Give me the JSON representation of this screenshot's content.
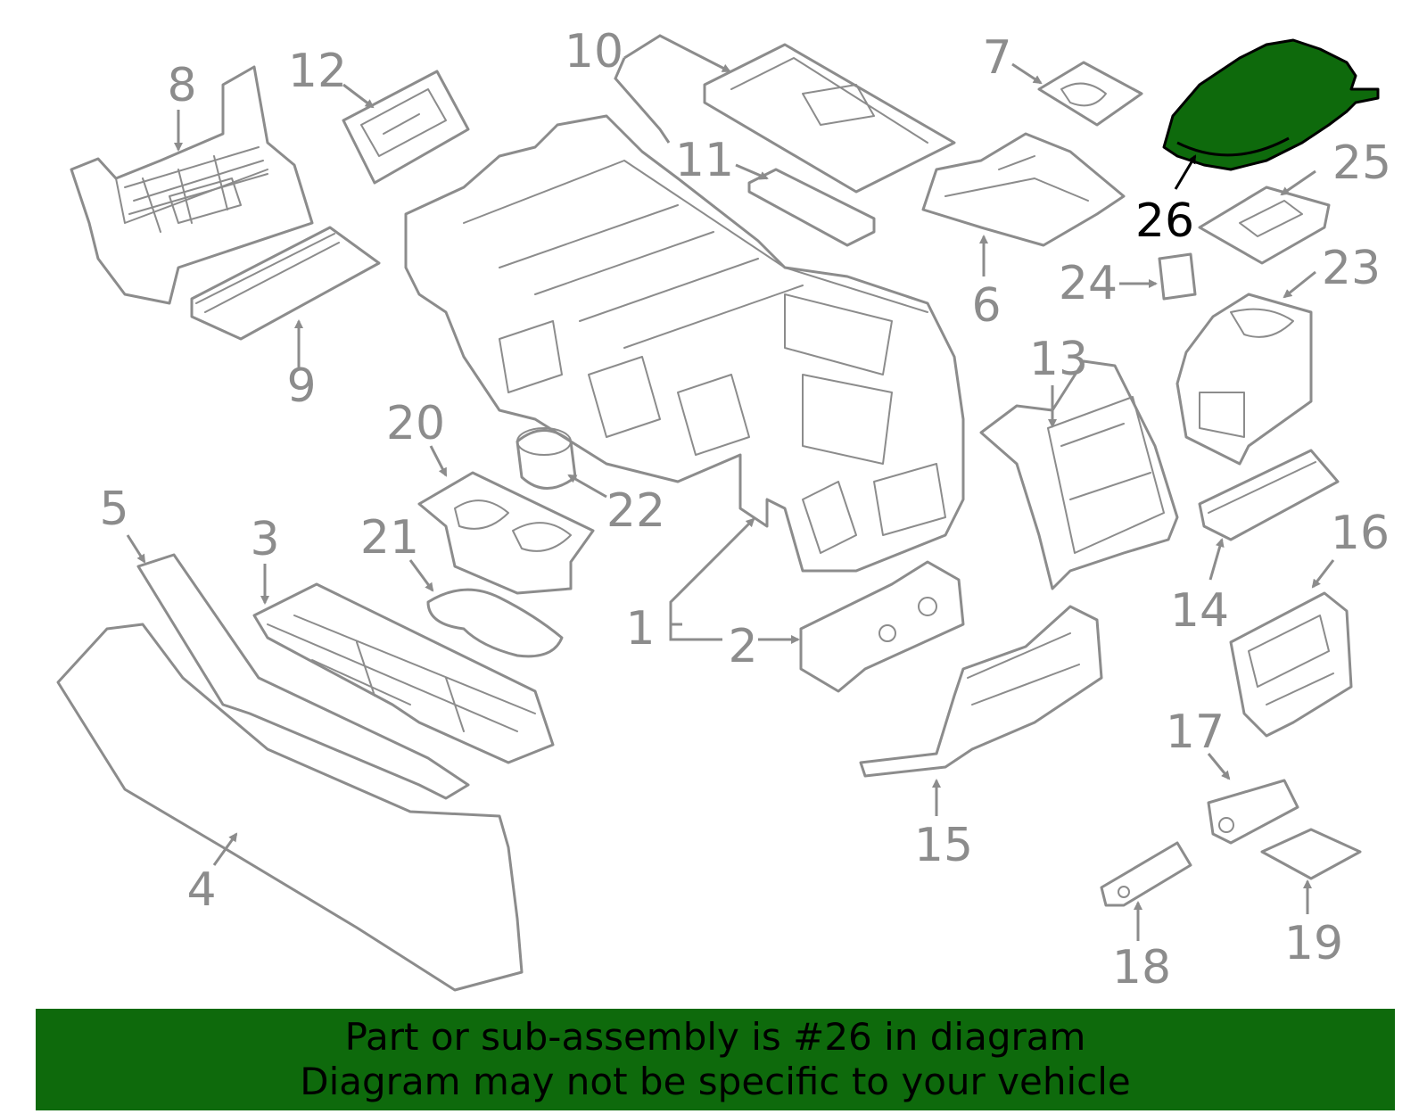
{
  "diagram": {
    "highlight_color": "#0e6a0c",
    "line_color": "#8c8c8c",
    "highlighted_part": "26",
    "callouts": [
      {
        "id": "c1",
        "label": "1"
      },
      {
        "id": "c2",
        "label": "2"
      },
      {
        "id": "c3",
        "label": "3"
      },
      {
        "id": "c4",
        "label": "4"
      },
      {
        "id": "c5",
        "label": "5"
      },
      {
        "id": "c6",
        "label": "6"
      },
      {
        "id": "c7",
        "label": "7"
      },
      {
        "id": "c8",
        "label": "8"
      },
      {
        "id": "c9",
        "label": "9"
      },
      {
        "id": "c10",
        "label": "10"
      },
      {
        "id": "c11",
        "label": "11"
      },
      {
        "id": "c12",
        "label": "12"
      },
      {
        "id": "c13",
        "label": "13"
      },
      {
        "id": "c14",
        "label": "14"
      },
      {
        "id": "c15",
        "label": "15"
      },
      {
        "id": "c16",
        "label": "16"
      },
      {
        "id": "c17",
        "label": "17"
      },
      {
        "id": "c18",
        "label": "18"
      },
      {
        "id": "c19",
        "label": "19"
      },
      {
        "id": "c20",
        "label": "20"
      },
      {
        "id": "c21",
        "label": "21"
      },
      {
        "id": "c22",
        "label": "22"
      },
      {
        "id": "c23",
        "label": "23"
      },
      {
        "id": "c24",
        "label": "24"
      },
      {
        "id": "c25",
        "label": "25"
      },
      {
        "id": "c26",
        "label": "26"
      }
    ]
  },
  "banner": {
    "line1": "Part or sub-assembly is #26 in diagram",
    "line2": "Diagram may not be specific to your vehicle"
  }
}
